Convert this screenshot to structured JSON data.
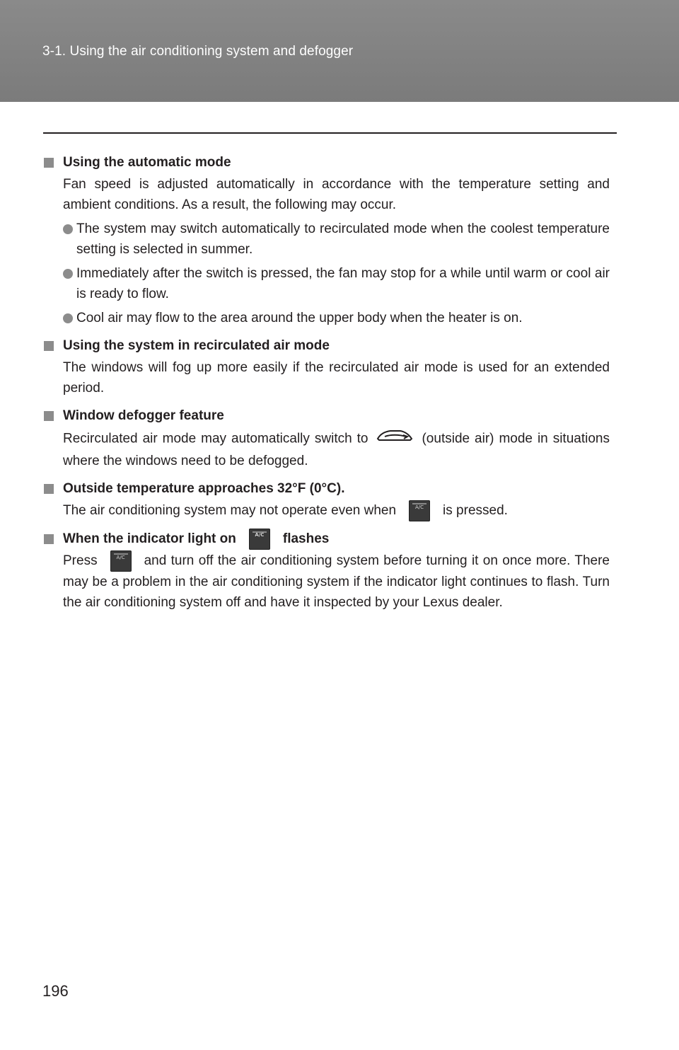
{
  "header": {
    "title": "3-1. Using the air conditioning system and defogger"
  },
  "sections": {
    "automatic": {
      "heading": "Using the automatic mode",
      "text": "Fan speed is adjusted automatically in accordance with the temperature setting and ambient conditions. As a result, the following may occur.",
      "bullets": [
        "The system may switch automatically to recirculated mode when the coolest temperature setting is selected in summer.",
        "Immediately after the switch is pressed, the fan may stop for a while until warm or cool air is ready to flow.",
        "Cool air may flow to the area around the upper body when the heater is on."
      ]
    },
    "recirc": {
      "heading": "Using the system in recirculated air mode",
      "text": "The windows will fog up more easily if the recirculated air mode is used for an extended period."
    },
    "defogger": {
      "heading": "Window defogger feature",
      "text_before": "Recirculated air mode may automatically switch to",
      "text_after": "(outside air) mode in situ­ations where the windows need to be defogged."
    },
    "outside_temp": {
      "heading": "Outside temperature approaches 32°F (0°C).",
      "text_before": "The air conditioning system may not operate even when",
      "text_after": "is pressed."
    },
    "indicator": {
      "heading_before": "When the indicator light on",
      "heading_after": "flashes",
      "text_before": "Press",
      "text_after": "and turn off the air conditioning system before turning it on once more. There may be a problem in the air conditioning system if the indicator light contin­ues to flash. Turn the air conditioning system off and have it inspected by your Lexus dealer."
    }
  },
  "icons": {
    "ac_button_label": "A/C",
    "outside_air_icon": "outside-air-mode-icon"
  },
  "page_number": "196"
}
